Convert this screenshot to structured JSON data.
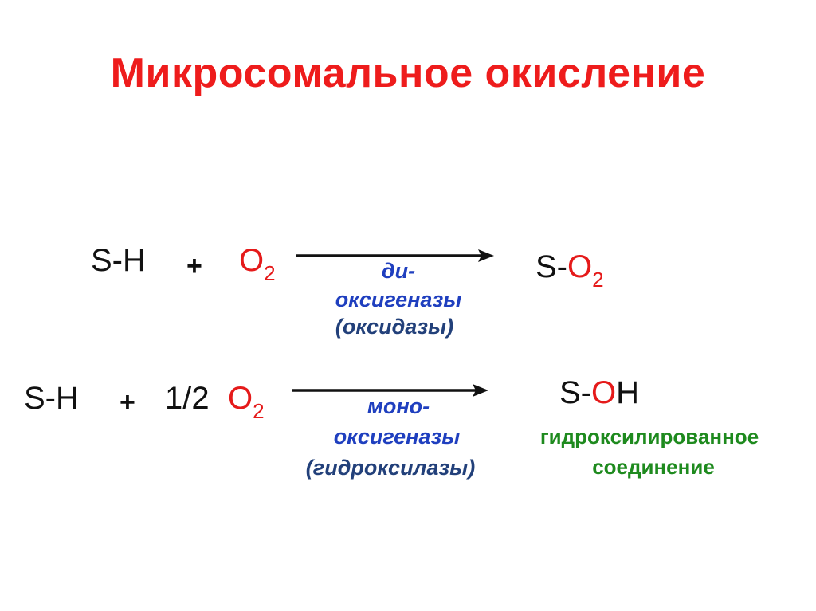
{
  "title": "Микросомальное  окисление",
  "reaction1": {
    "substrate": "S-H",
    "plus": "+",
    "oxygen_symbol": "O",
    "oxygen_subscript": "2",
    "enzyme_line1": "ди-",
    "enzyme_line2": "оксигеназы",
    "enzyme_line3": "(оксидазы)",
    "product_prefix": "S-",
    "product_oxygen": "O",
    "product_subscript": "2"
  },
  "reaction2": {
    "substrate": "S-H",
    "plus": "+",
    "coefficient": "1/2",
    "oxygen_symbol": "O",
    "oxygen_subscript": "2",
    "enzyme_line1": "моно-",
    "enzyme_line2": "оксигеназы",
    "enzyme_line3": "(гидроксилазы)",
    "product_prefix": "S-",
    "product_oxygen": "O",
    "product_suffix": "H",
    "product_note_line1": "гидроксилированное",
    "product_note_line2": "соединение"
  },
  "colors": {
    "title": "#ee1c1c",
    "oxygen": "#e51a1a",
    "enzyme": "#1f3fbf",
    "enzyme_paren": "#22407a",
    "product_note": "#1e8a1e",
    "text": "#111111"
  }
}
